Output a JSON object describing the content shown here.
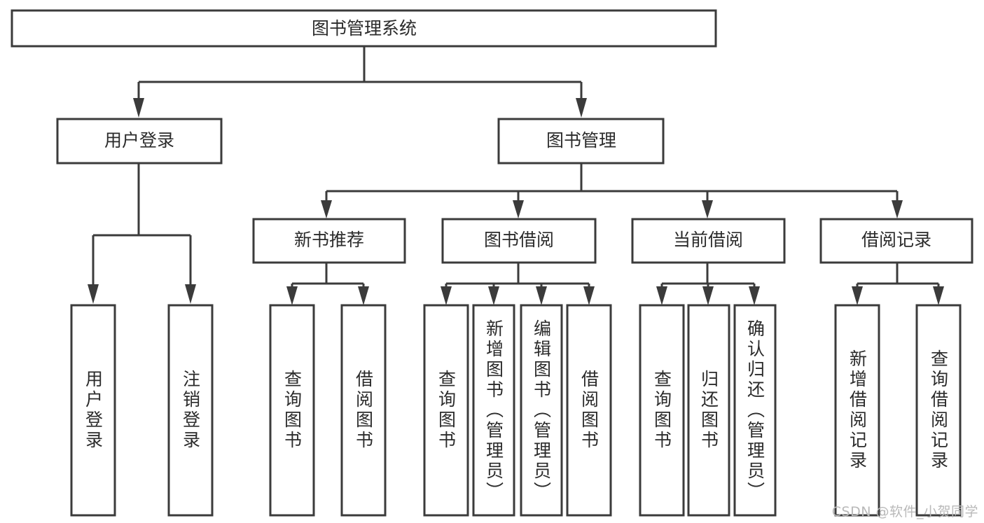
{
  "diagram": {
    "type": "tree",
    "title": "图书管理系统",
    "orientation": "top-down",
    "theme": {
      "background": "#ffffff",
      "box_fill": "#ffffff",
      "box_stroke": "#3b3b3b",
      "text_color": "#2b2b2b",
      "watermark_color": "#b9b9b9"
    },
    "root": {
      "id": "root",
      "label": "图书管理系统",
      "orientation": "horizontal"
    },
    "level2": [
      {
        "id": "user-login",
        "label": "用户登录",
        "orientation": "horizontal"
      },
      {
        "id": "book-management",
        "label": "图书管理",
        "orientation": "horizontal"
      }
    ],
    "level3": [
      {
        "id": "new-book-recommend",
        "label": "新书推荐",
        "parent": "book-management",
        "orientation": "horizontal"
      },
      {
        "id": "book-borrow",
        "label": "图书借阅",
        "parent": "book-management",
        "orientation": "horizontal"
      },
      {
        "id": "current-borrow",
        "label": "当前借阅",
        "parent": "book-management",
        "orientation": "horizontal"
      },
      {
        "id": "borrow-record",
        "label": "借阅记录",
        "parent": "book-management",
        "orientation": "horizontal"
      }
    ],
    "leaves": [
      {
        "id": "leaf-user-login",
        "label": "用户登录",
        "parent": "user-login",
        "orientation": "vertical"
      },
      {
        "id": "leaf-logout-login",
        "label": "注销登录",
        "parent": "user-login",
        "orientation": "vertical"
      },
      {
        "id": "leaf-query-book-1",
        "label": "查询图书",
        "parent": "new-book-recommend",
        "orientation": "vertical"
      },
      {
        "id": "leaf-borrow-book-1",
        "label": "借阅图书",
        "parent": "new-book-recommend",
        "orientation": "vertical"
      },
      {
        "id": "leaf-query-book-2",
        "label": "查询图书",
        "parent": "book-borrow",
        "orientation": "vertical"
      },
      {
        "id": "leaf-add-book",
        "label": "新增图书（管理员）",
        "parent": "book-borrow",
        "orientation": "vertical"
      },
      {
        "id": "leaf-edit-book",
        "label": "编辑图书（管理员）",
        "parent": "book-borrow",
        "orientation": "vertical"
      },
      {
        "id": "leaf-borrow-book-2",
        "label": "借阅图书",
        "parent": "book-borrow",
        "orientation": "vertical"
      },
      {
        "id": "leaf-query-book-3",
        "label": "查询图书",
        "parent": "current-borrow",
        "orientation": "vertical"
      },
      {
        "id": "leaf-return-book",
        "label": "归还图书",
        "parent": "current-borrow",
        "orientation": "vertical"
      },
      {
        "id": "leaf-confirm-return",
        "label": "确认归还（管理员）",
        "parent": "current-borrow",
        "orientation": "vertical"
      },
      {
        "id": "leaf-add-record",
        "label": "新增借阅记录",
        "parent": "borrow-record",
        "orientation": "vertical"
      },
      {
        "id": "leaf-query-record",
        "label": "查询借阅记录",
        "parent": "borrow-record",
        "orientation": "vertical"
      }
    ]
  },
  "watermark": {
    "text": "CSDN @软件_小贺同学"
  }
}
